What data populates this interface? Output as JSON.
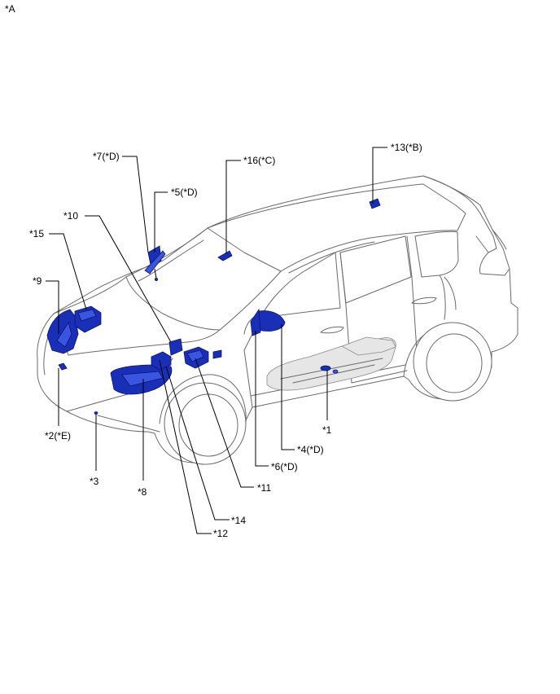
{
  "corner_label": "*A",
  "callouts": {
    "c1": "*1",
    "c2": "*2(*E)",
    "c3": "*3",
    "c4": "*4(*D)",
    "c5": "*5(*D)",
    "c6": "*6(*D)",
    "c7": "*7(*D)",
    "c8": "*8",
    "c9": "*9",
    "c10": "*10",
    "c11": "*11",
    "c12": "*12",
    "c13": "*13(*B)",
    "c14": "*14",
    "c15": "*15",
    "c16": "*16(*C)"
  },
  "colors": {
    "part_blue": "#1a2fb8",
    "body_outline": "#6a6a6a"
  }
}
